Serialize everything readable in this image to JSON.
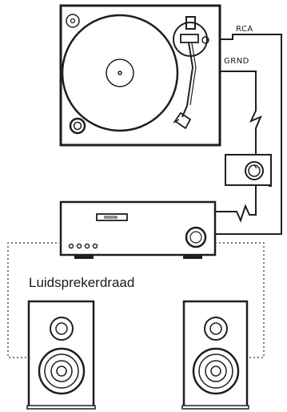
{
  "labels": {
    "rca": "RCA",
    "ground": "GRND",
    "speaker_wire": "Luidsprekerdraad"
  },
  "colors": {
    "stroke": "#1e1e1e",
    "dotted": "#555555",
    "background": "#ffffff"
  }
}
